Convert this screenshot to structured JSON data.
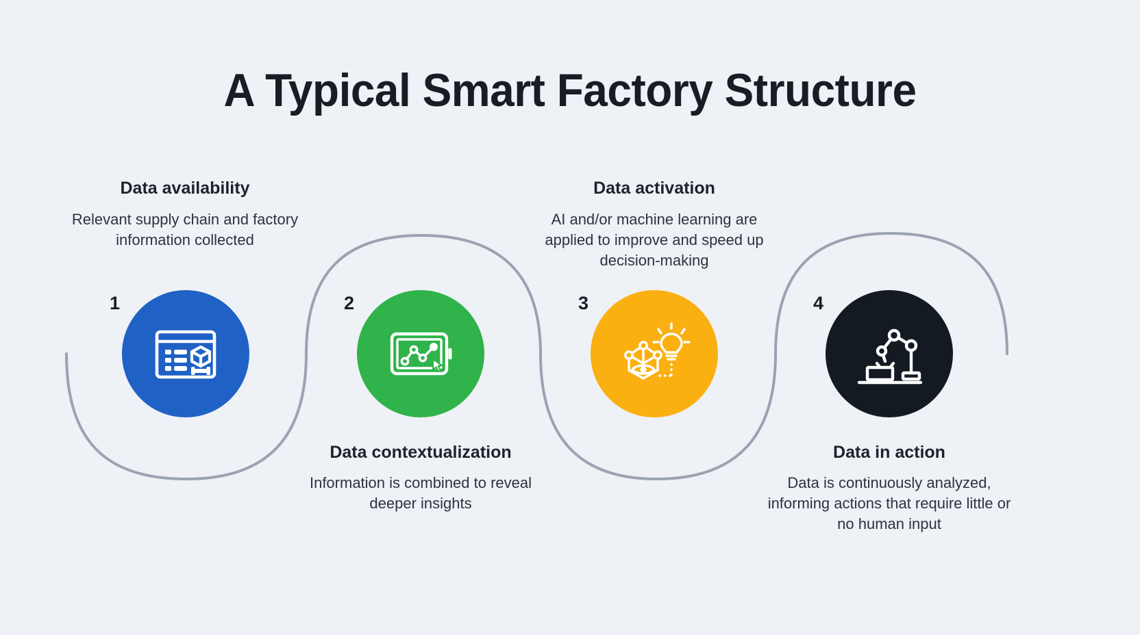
{
  "page": {
    "title": "A Typical Smart Factory Structure",
    "background_color": "#eef1f6",
    "connector_color": "#9aa3b2",
    "heading_color": "#181d24"
  },
  "steps": [
    {
      "number": "1",
      "label": "Data availability",
      "description": "Relevant supply chain and factory information collected",
      "color": "#1f61c4",
      "icon": "browser-window-box-icon",
      "text_position": "above"
    },
    {
      "number": "2",
      "label": "Data contextualization",
      "description": "Information is combined to reveal deeper insights",
      "color": "#2fb34a",
      "icon": "tablet-line-chart-cursor-icon",
      "text_position": "below"
    },
    {
      "number": "3",
      "label": "Data activation",
      "description": "AI and/or machine learning are applied to improve and speed up decision-making",
      "color": "#fbb012",
      "icon": "neural-network-lightbulb-icon",
      "text_position": "above"
    },
    {
      "number": "4",
      "label": "Data in action",
      "description": "Data is continuously analyzed, informing actions that require little or no human input",
      "color": "#141a21",
      "icon": "robot-arm-icon",
      "text_position": "below"
    }
  ]
}
